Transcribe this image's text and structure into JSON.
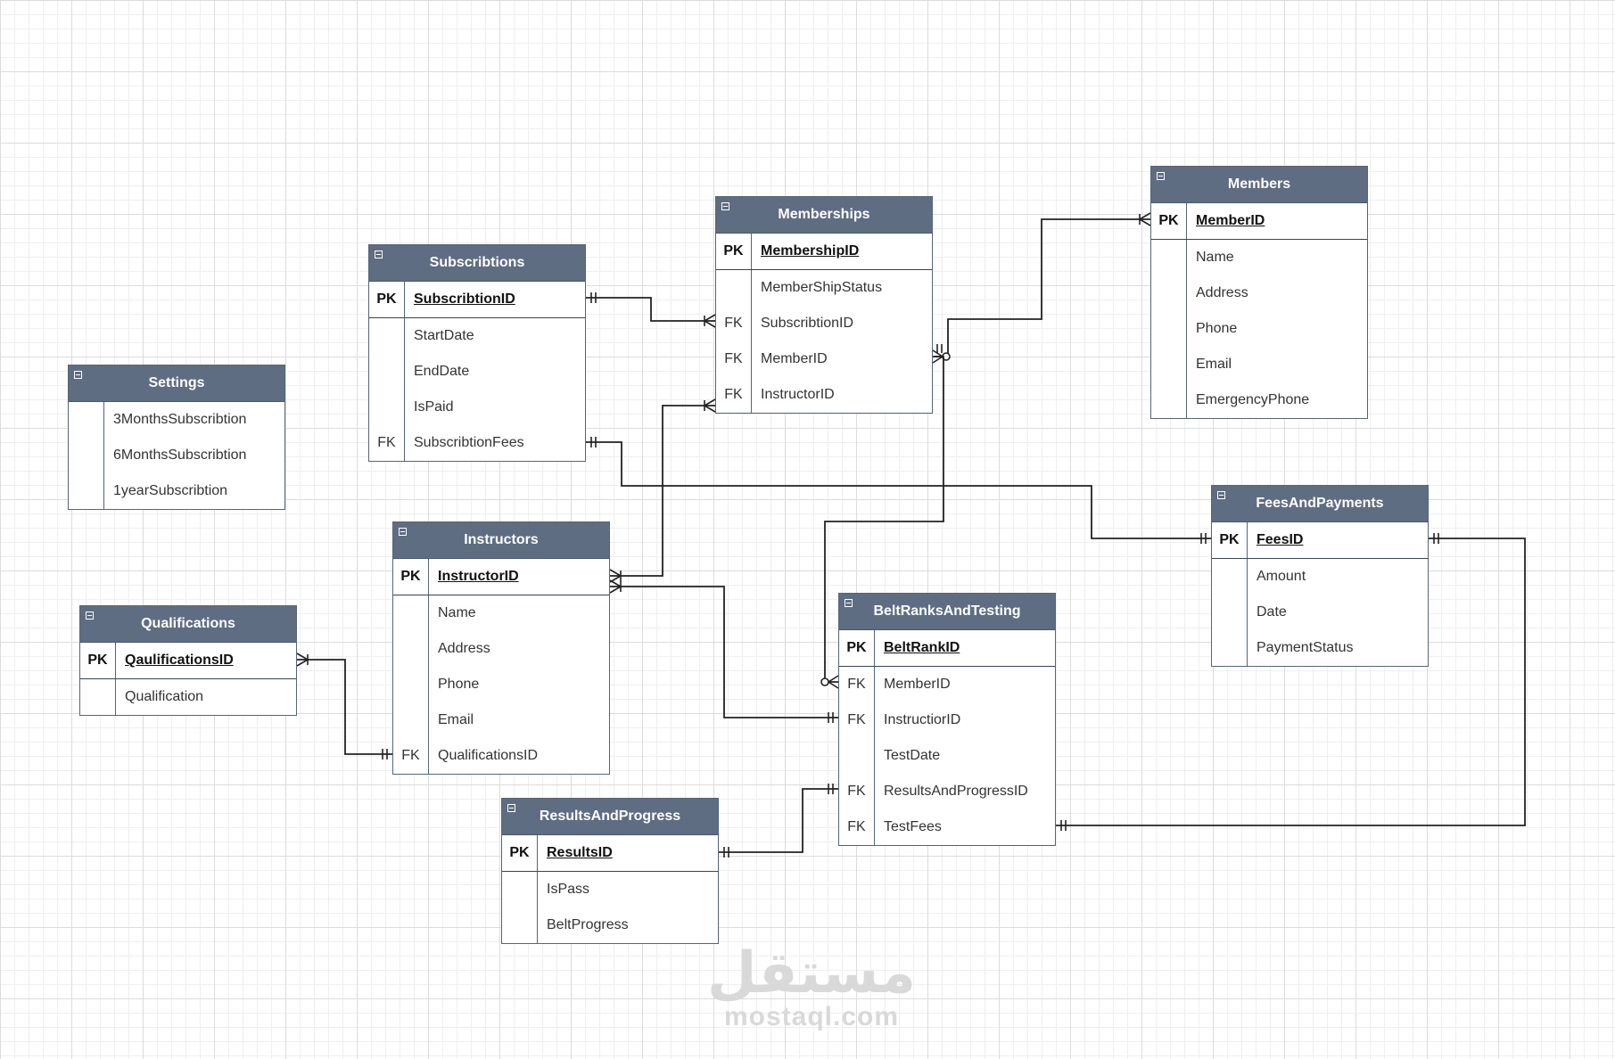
{
  "entities": {
    "memberships": {
      "title": "Memberships",
      "rows": [
        {
          "key": "PK",
          "field": "MembershipID"
        },
        {
          "key": "",
          "field": "MemberShipStatus"
        },
        {
          "key": "FK",
          "field": "SubscribtionID"
        },
        {
          "key": "FK",
          "field": "MemberID"
        },
        {
          "key": "FK",
          "field": "InstructorID"
        }
      ]
    },
    "members": {
      "title": "Members",
      "rows": [
        {
          "key": "PK",
          "field": "MemberID"
        },
        {
          "key": "",
          "field": "Name"
        },
        {
          "key": "",
          "field": "Address"
        },
        {
          "key": "",
          "field": "Phone"
        },
        {
          "key": "",
          "field": "Email"
        },
        {
          "key": "",
          "field": "EmergencyPhone"
        }
      ]
    },
    "subscriptions": {
      "title": "Subscribtions",
      "rows": [
        {
          "key": "PK",
          "field": "SubscribtionID"
        },
        {
          "key": "",
          "field": "StartDate"
        },
        {
          "key": "",
          "field": "EndDate"
        },
        {
          "key": "",
          "field": "IsPaid"
        },
        {
          "key": "FK",
          "field": "SubscribtionFees"
        }
      ]
    },
    "settings": {
      "title": "Settings",
      "rows": [
        {
          "key": "",
          "field": "3MonthsSubscribtion"
        },
        {
          "key": "",
          "field": "6MonthsSubscribtion"
        },
        {
          "key": "",
          "field": "1yearSubscribtion"
        }
      ]
    },
    "instructors": {
      "title": "Instructors",
      "rows": [
        {
          "key": "PK",
          "field": "InstructorID"
        },
        {
          "key": "",
          "field": "Name"
        },
        {
          "key": "",
          "field": "Address"
        },
        {
          "key": "",
          "field": "Phone"
        },
        {
          "key": "",
          "field": "Email"
        },
        {
          "key": "FK",
          "field": "QualificationsID"
        }
      ]
    },
    "qualifications": {
      "title": "Qualifications",
      "rows": [
        {
          "key": "PK",
          "field": "QaulificationsID"
        },
        {
          "key": "",
          "field": "Qualification"
        }
      ]
    },
    "fees": {
      "title": "FeesAndPayments",
      "rows": [
        {
          "key": "PK",
          "field": "FeesID"
        },
        {
          "key": "",
          "field": "Amount"
        },
        {
          "key": "",
          "field": "Date"
        },
        {
          "key": "",
          "field": "PaymentStatus"
        }
      ]
    },
    "belts": {
      "title": "BeltRanksAndTesting",
      "rows": [
        {
          "key": "PK",
          "field": "BeltRankID"
        },
        {
          "key": "FK",
          "field": "MemberID"
        },
        {
          "key": "FK",
          "field": "InstructiorID"
        },
        {
          "key": "",
          "field": "TestDate"
        },
        {
          "key": "FK",
          "field": "ResultsAndProgressID"
        },
        {
          "key": "FK",
          "field": "TestFees"
        }
      ]
    },
    "results": {
      "title": "ResultsAndProgress",
      "rows": [
        {
          "key": "PK",
          "field": "ResultsID"
        },
        {
          "key": "",
          "field": "IsPass"
        },
        {
          "key": "",
          "field": "BeltProgress"
        }
      ]
    }
  },
  "relationships": [
    {
      "from": "subscriptions.SubscribtionID",
      "to": "memberships.SubscribtionID",
      "from_end": "one",
      "to_end": "many"
    },
    {
      "from": "memberships.MemberID",
      "to": "members.MemberID",
      "from_end": "zero-or-many",
      "to_end": "many"
    },
    {
      "from": "instructors.InstructorID",
      "to": "memberships.InstructorID",
      "from_end": "many",
      "to_end": "many"
    },
    {
      "from": "subscriptions.SubscribtionFees",
      "to": "fees.FeesID",
      "from_end": "one",
      "to_end": "one"
    },
    {
      "from": "memberships.MemberID",
      "to": "belts.MemberID",
      "from_end": "one",
      "to_end": "zero-or-many"
    },
    {
      "from": "instructors.InstructorID",
      "to": "belts.InstructiorID",
      "from_end": "many",
      "to_end": "one"
    },
    {
      "from": "qualifications.QaulificationsID",
      "to": "instructors.QualificationsID",
      "from_end": "many",
      "to_end": "one"
    },
    {
      "from": "results.ResultsID",
      "to": "belts.ResultsAndProgressID",
      "from_end": "one",
      "to_end": "one"
    },
    {
      "from": "fees.FeesID",
      "to": "belts.TestFees",
      "from_end": "one",
      "to_end": "one"
    }
  ],
  "watermark": {
    "logo": "مستقل",
    "text": "mostaql.com"
  },
  "colors": {
    "header": "#5e6d82",
    "border": "#56647a",
    "line": "#222222",
    "grid": "#dcdcdc"
  }
}
